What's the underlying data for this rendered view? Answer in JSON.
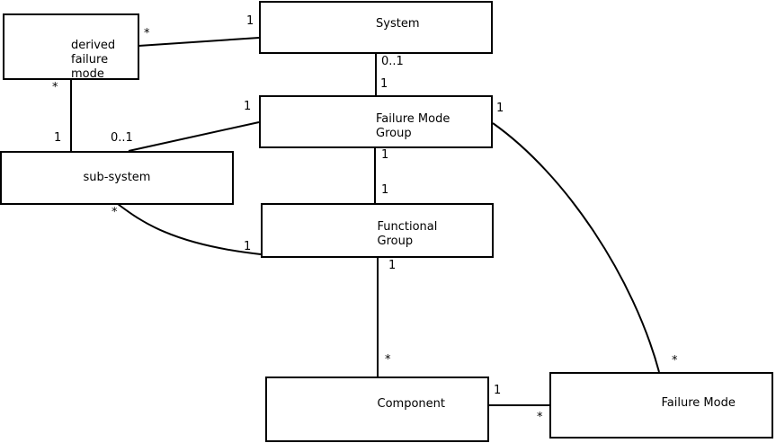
{
  "diagram": {
    "colors": {
      "line": "#000000",
      "background": "#ffffff",
      "text": "#000000"
    },
    "entities": {
      "derived_failure_mode": {
        "line1": "derived",
        "line2": "failure",
        "line3": "mode"
      },
      "system": {
        "line1": "System"
      },
      "failure_mode_group": {
        "line1": "Failure Mode",
        "line2": "Group"
      },
      "sub_system": {
        "line1": "sub-system"
      },
      "functional_group": {
        "line1": "Functional",
        "line2": "Group"
      },
      "component": {
        "line1": "Component"
      },
      "failure_mode": {
        "line1": "Failure Mode"
      }
    },
    "cardinalities": {
      "dfm_system_star": "*",
      "dfm_system_one": "1",
      "system_fmg_zeroone": "0..1",
      "system_fmg_one": "1",
      "fmg_subsystem_one": "1",
      "fmg_failuremode_one": "1",
      "dfm_subsystem_star": "*",
      "dfm_subsystem_one": "1",
      "fmg_subsystem_zeroone": "0..1",
      "fmg_fg_one_top": "1",
      "fmg_fg_one_bottom": "1",
      "subsystem_fg_star": "*",
      "subsystem_fg_one": "1",
      "fg_component_one": "1",
      "fg_component_star": "*",
      "component_fm_one": "1",
      "component_fm_star": "*",
      "fmg_failuremode_star": "*"
    }
  }
}
